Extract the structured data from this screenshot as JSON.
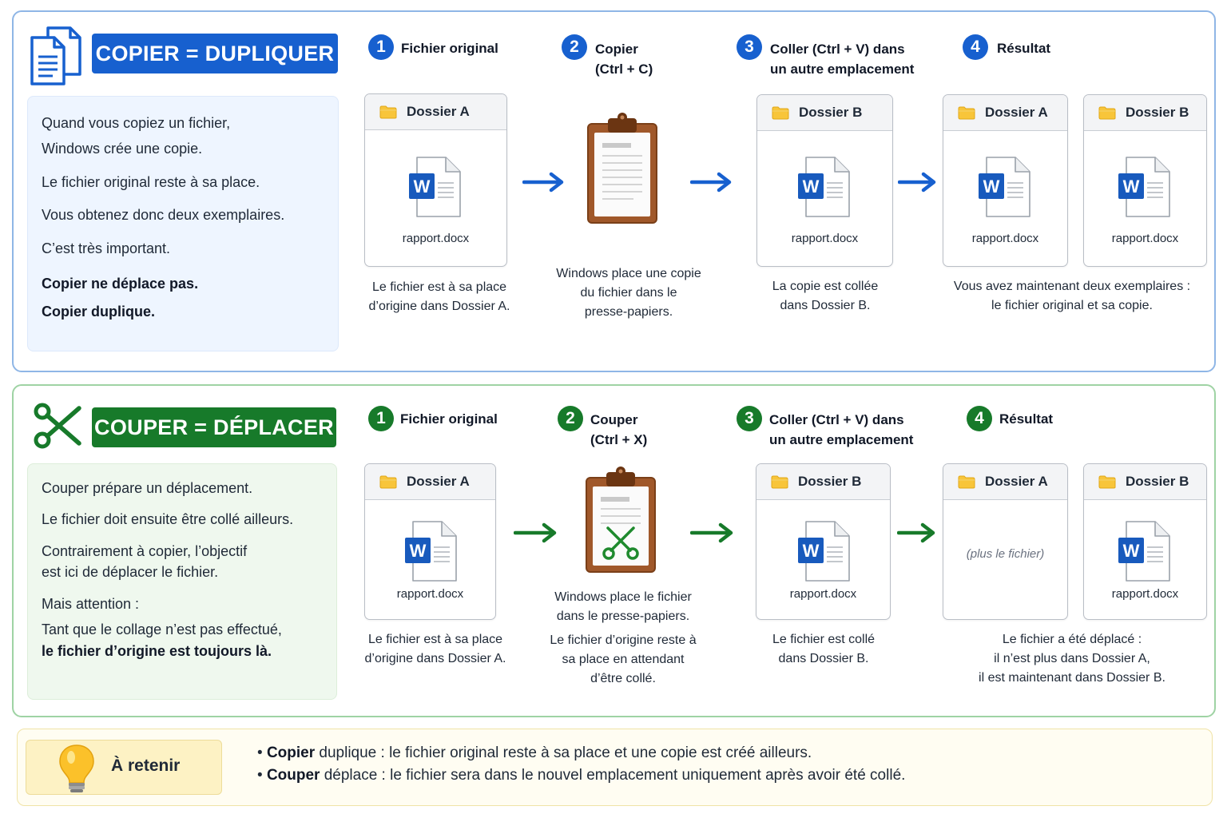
{
  "copy_section": {
    "title": "COPIER = DUPLIQUER",
    "explain": {
      "line1": "Quand vous copiez un fichier,",
      "line2": "Windows crée une copie.",
      "line3": "Le fichier original reste à sa place.",
      "line4": "Vous obtenez donc deux exemplaires.",
      "line5": "C’est très important.",
      "line6": "Copier ne déplace pas.",
      "line7": "Copier duplique."
    },
    "steps": [
      {
        "num": "1",
        "label": "Fichier original"
      },
      {
        "num": "2",
        "label": "Copier",
        "label2": "(Ctrl + C)"
      },
      {
        "num": "3",
        "label": "Coller (Ctrl + V) dans",
        "label2": "un autre emplacement"
      },
      {
        "num": "4",
        "label": "Résultat"
      }
    ],
    "cards": {
      "original": {
        "folder": "Dossier A",
        "file": "rapport.docx"
      },
      "pasted": {
        "folder": "Dossier B",
        "file": "rapport.docx"
      },
      "result_a": {
        "folder": "Dossier A",
        "file": "rapport.docx"
      },
      "result_b": {
        "folder": "Dossier B",
        "file": "rapport.docx"
      }
    },
    "captions": {
      "step1": [
        "Le fichier est à sa place",
        "d’origine dans Dossier A."
      ],
      "step2": [
        "Windows place une copie",
        "du fichier dans le",
        "presse-papiers."
      ],
      "step3": [
        "La copie est collée",
        "dans Dossier B."
      ],
      "step4": [
        "Vous avez maintenant deux exemplaires :",
        "le fichier original et sa copie."
      ]
    }
  },
  "cut_section": {
    "title": "COUPER = DÉPLACER",
    "explain": {
      "line1": "Couper prépare un déplacement.",
      "line2": "Le fichier doit ensuite être collé ailleurs.",
      "line3": "Contrairement à copier, l’objectif",
      "line4": "est ici de déplacer le fichier.",
      "line5": "Mais attention :",
      "line6": "Tant que le collage n’est pas effectué,",
      "line7": "le fichier d’origine est toujours là."
    },
    "steps": [
      {
        "num": "1",
        "label": "Fichier original"
      },
      {
        "num": "2",
        "label": "Couper",
        "label2": "(Ctrl + X)"
      },
      {
        "num": "3",
        "label": "Coller (Ctrl + V) dans",
        "label2": "un autre emplacement"
      },
      {
        "num": "4",
        "label": "Résultat"
      }
    ],
    "cards": {
      "original": {
        "folder": "Dossier A",
        "file": "rapport.docx"
      },
      "pasted": {
        "folder": "Dossier B",
        "file": "rapport.docx"
      },
      "result_a": {
        "folder": "Dossier A",
        "empty": "(plus le fichier)"
      },
      "result_b": {
        "folder": "Dossier B",
        "file": "rapport.docx"
      }
    },
    "captions": {
      "step1": [
        "Le fichier est à sa place",
        "d’origine dans Dossier A."
      ],
      "step2": [
        "Windows place le fichier",
        "dans le presse-papiers.",
        "Le fichier d’origine reste à",
        "sa place en attendant",
        "d’être collé."
      ],
      "step3": [
        "Le fichier est collé",
        "dans Dossier B."
      ],
      "step4": [
        "Le fichier a été déplacé :",
        "il n’est plus dans Dossier A,",
        "il est maintenant dans Dossier B."
      ]
    }
  },
  "retain": {
    "title": "À retenir",
    "copy_word": "Copier",
    "copy_rest": " duplique : le fichier original reste à sa place et une copie est créé ailleurs.",
    "cut_word": "Couper",
    "cut_rest": " déplace : le fichier sera dans le nouvel emplacement uniquement après avoir été collé."
  },
  "colors": {
    "blue": "#1760cf",
    "green": "#177a2a",
    "word_blue": "#185abd",
    "folder_yellow": "#f8c53a",
    "clipboard_brown": "#8a4a1f"
  }
}
